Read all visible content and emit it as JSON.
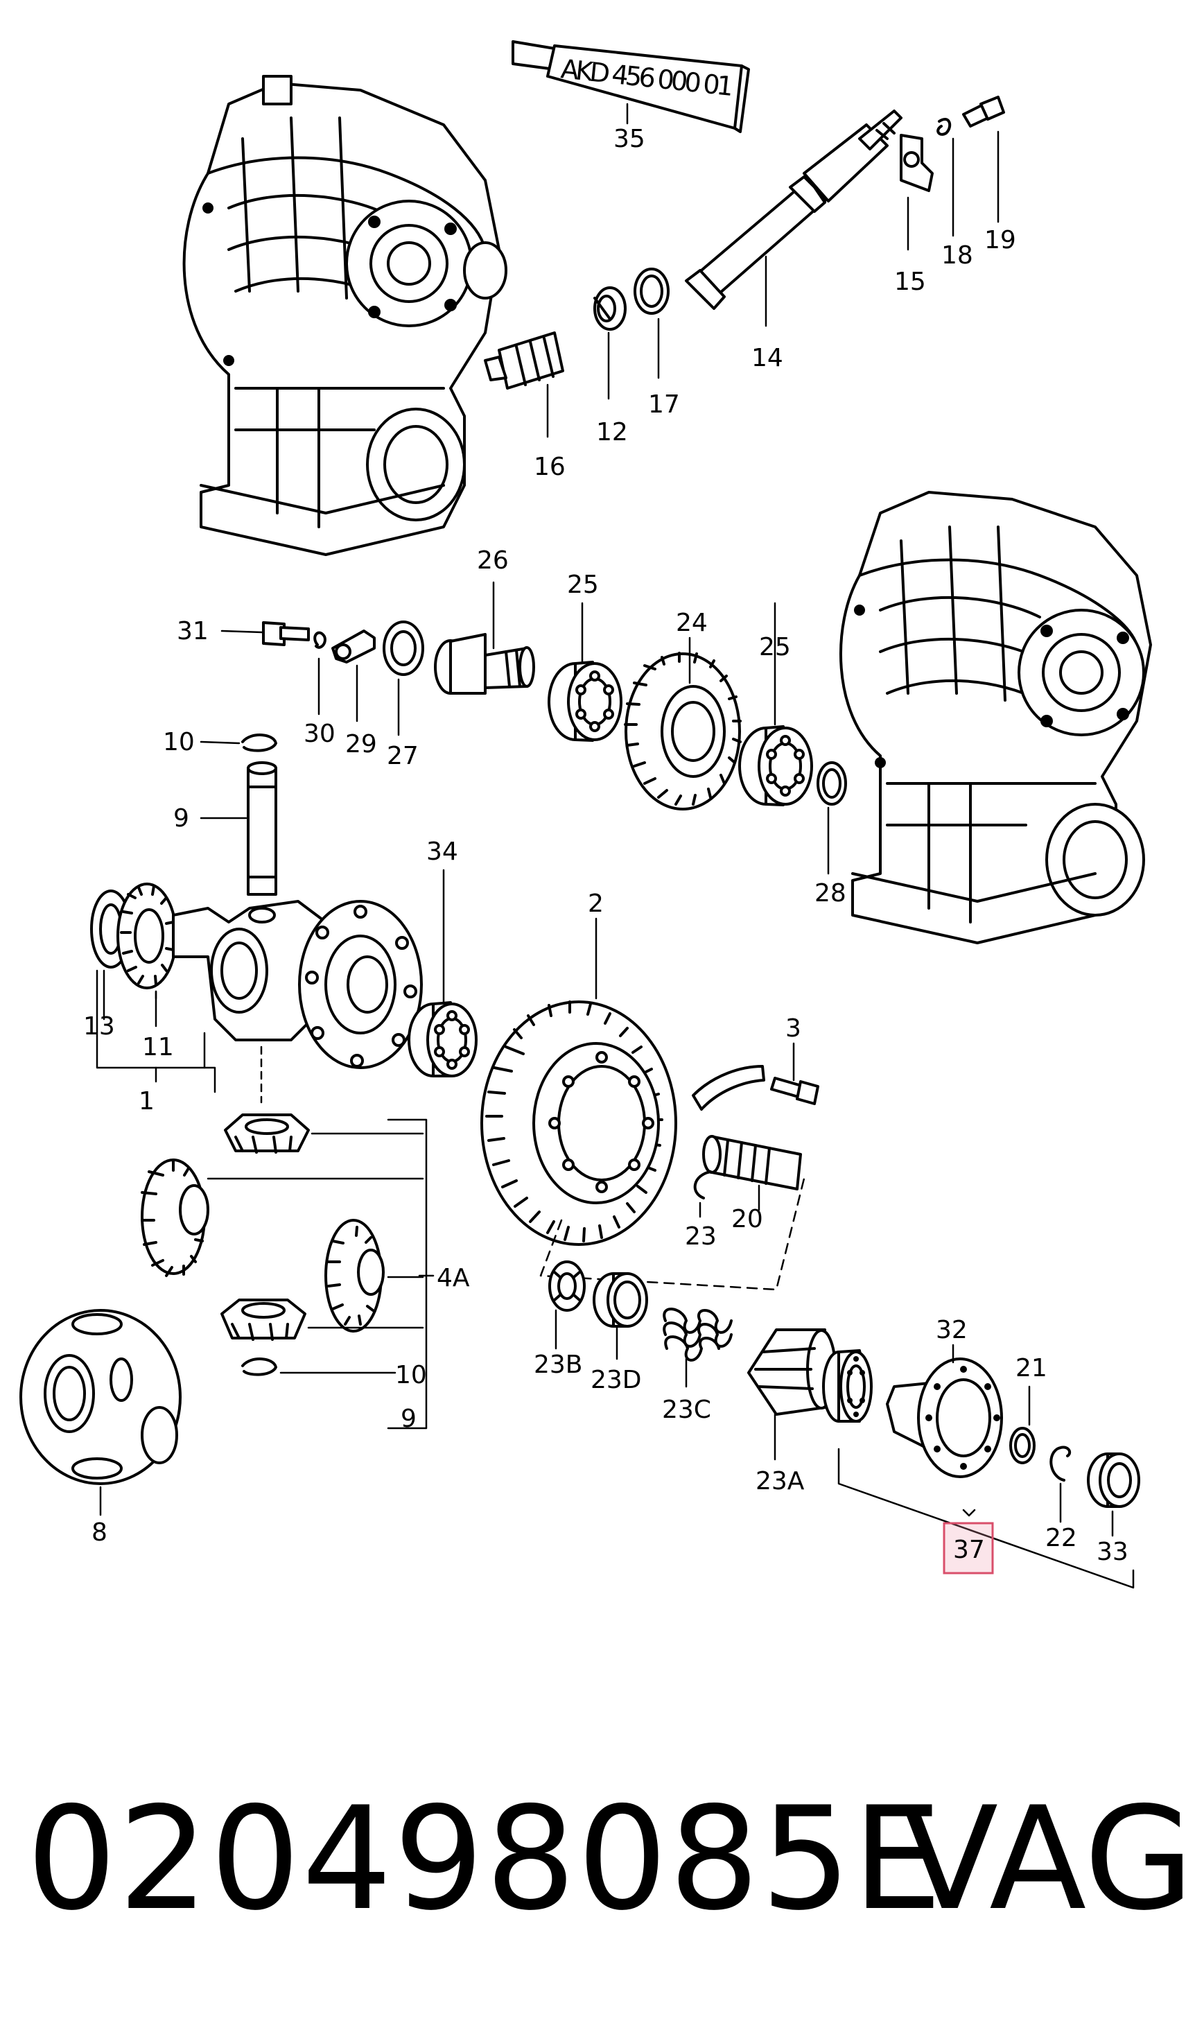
{
  "tube_label": "AKD 456 000 01",
  "callouts": {
    "c35": "35",
    "c19": "19",
    "c18": "18",
    "c15": "15",
    "c14": "14",
    "c17": "17",
    "c12": "12",
    "c16": "16",
    "c26": "26",
    "c25a": "25",
    "c24": "24",
    "c25b": "25",
    "c28": "28",
    "c31": "31",
    "c30": "30",
    "c29": "29",
    "c27": "27",
    "c10a": "10",
    "c9a": "9",
    "c34": "34",
    "c13": "13",
    "c11": "11",
    "c1": "1",
    "c2": "2",
    "c3": "3",
    "c23": "23",
    "c20": "20",
    "c4a": "4A",
    "c10b": "10",
    "c9b": "9",
    "c8": "8",
    "c23b": "23B",
    "c23d": "23D",
    "c23c": "23C",
    "c23a": "23A",
    "c32": "32",
    "c21": "21",
    "c22": "22",
    "c33": "33",
    "c37": "37"
  },
  "footer": {
    "part_number": "020498085E",
    "brand": "VAG"
  }
}
